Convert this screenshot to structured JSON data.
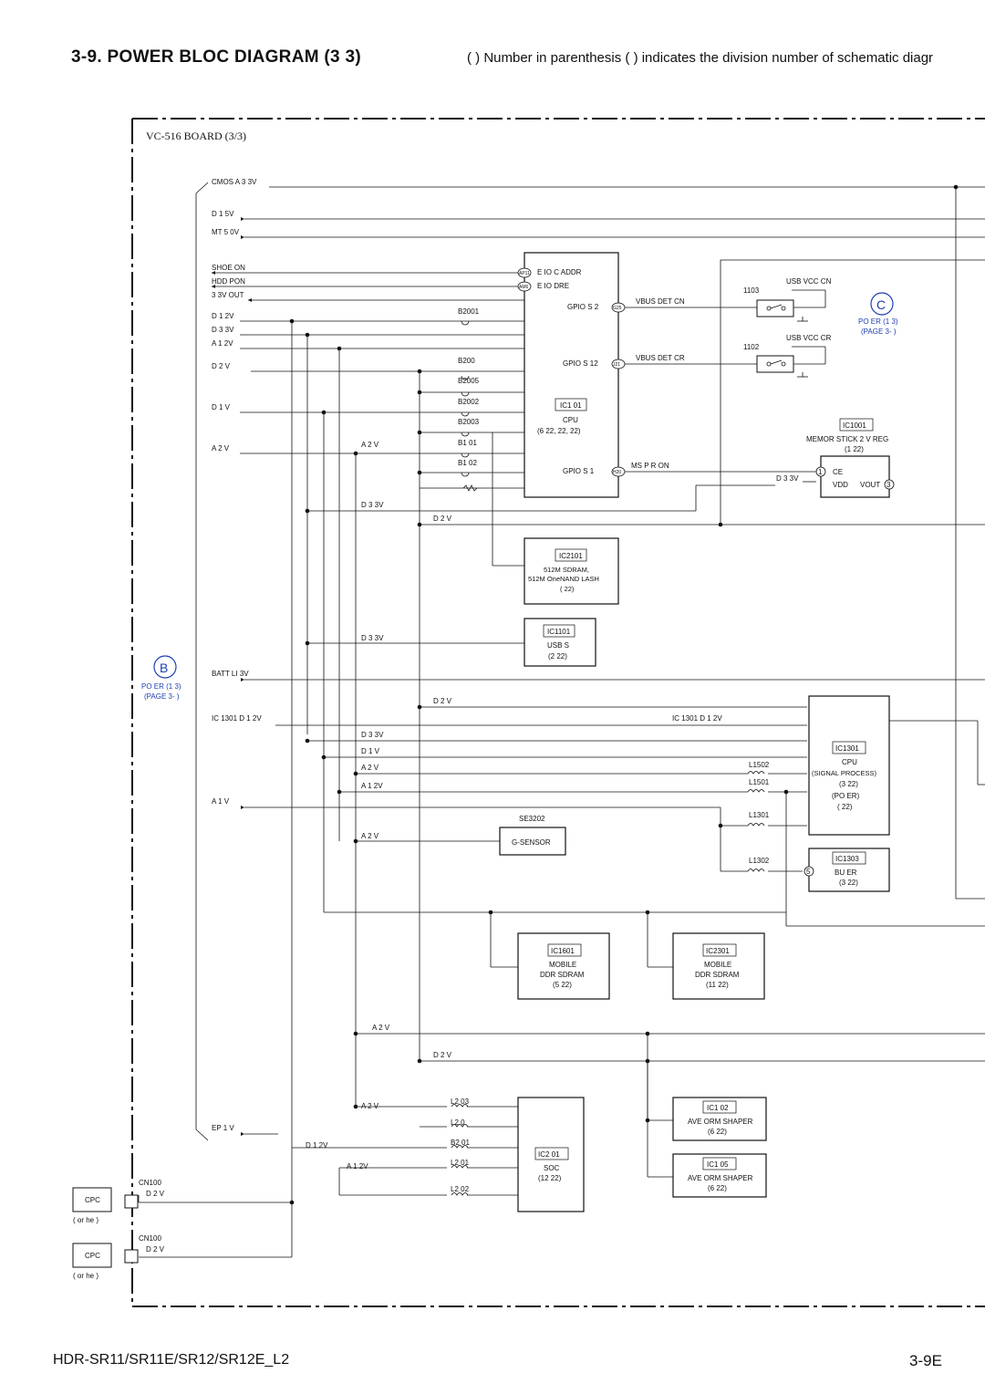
{
  "header": {
    "title": "3-9.  POWER  BLOC     DIAGRAM (3  3)",
    "note": "(  )  Number in parenthesis  (   )  indicates the division number of schematic diagr"
  },
  "board": "VC-516 BOARD (3/3)",
  "signals": {
    "cmos": "CMOS  A  3 3V",
    "d15": "D  1 5V",
    "mt50": "MT  5 0V",
    "shoe": "SHOE  ON",
    "hdd": "HDD  PON",
    "v33out": "3 3V  OUT",
    "d12": "D  1 2V",
    "d33": "D  3 3V",
    "a12": "A  1 2V",
    "d2v": "D  2   V",
    "d1v": "D  1   V",
    "a2v": "A  2   V",
    "batt": "BATT  LI  3V",
    "ic1301d12": "IC  1301  D  1 2V",
    "a1v": "A  1   V",
    "ep1v": "EP  1   V"
  },
  "inner": {
    "a2v": "A  2   V",
    "d33": "D  3 3V",
    "d2v": "D  2   V",
    "d1v": "D  1   V",
    "a12": "A  1 2V",
    "d12": "D  1 2V",
    "ic1301d12": "IC  1301  D  1 2V"
  },
  "cpu": {
    "p1": "E  IO  C     ADDR",
    "p2": "E  IO  DRE",
    "g2": "GPIO  S  2",
    "g12": "GPIO  S  12",
    "g1": "GPIO  S  1",
    "ref": "IC1  01",
    "name": "CPU",
    "sub": "(6 22,     22,     22)",
    "pin_ap": "AP11",
    "pin_am": "AM6",
    "pin_g25": "G25",
    "pin_j21": "J21",
    "pin_h20": "H20"
  },
  "beads": {
    "b2001": "B2001",
    "b200": "B200",
    "b2005": "B2005",
    "b2002": "B2002",
    "b2003": "B2003",
    "b1_01": "B1  01",
    "b1_02": "B1  02"
  },
  "vbus": {
    "cn": "VBUS  DET  CN",
    "cr": "VBUS  DET  CR",
    "ms": "MS  P   R  ON",
    "usbcn": "USB  VCC  CN",
    "usbcr": "USB  VCC  CR",
    "q1103": "1103",
    "q1102": "1102"
  },
  "ic1001": {
    "ref": "IC1001",
    "name": "MEMOR    STICK 2    V REG",
    "sub": "(1 22)",
    "ce": "CE",
    "vdd": "VDD",
    "vout": "VOUT",
    "d33": "D  3 3V",
    "p1": "1",
    "p3": "3"
  },
  "ic2101": {
    "ref": "IC2101",
    "l1": "512M SDRAM,",
    "l2": "512M OneNAND   LASH",
    "l3": "(    22)"
  },
  "ic1101": {
    "ref": "IC1101",
    "l1": "USB S",
    "l2": "(2 22)"
  },
  "ic1301": {
    "ref": "IC1301",
    "l1": "CPU",
    "l2": "(SIGNAL PROCESS)",
    "l3": "(3 22)",
    "l4": "(PO    ER)",
    "l5": "(     22)"
  },
  "coils": {
    "l1502": "L1502",
    "l1501": "L1501",
    "l1301": "L1301",
    "l1302": "L1302",
    "l2_03": "L2  03",
    "l2_0": "L2  0",
    "b2_01": "B2  01",
    "l2_01": "L2  01",
    "l2_02": "L2  02"
  },
  "ic1303": {
    "ref": "IC1303",
    "l1": "BU    ER",
    "l2": "(3 22)",
    "pin": "5"
  },
  "sensor": {
    "ref": "SE3202",
    "name": "G-SENSOR"
  },
  "ic1601": {
    "ref": "IC1601",
    "l1": "MOBILE",
    "l2": "DDR SDRAM",
    "l3": "(5 22)"
  },
  "ic2301": {
    "ref": "IC2301",
    "l1": "MOBILE",
    "l2": "DDR SDRAM",
    "l3": "(11 22)"
  },
  "ic2_01": {
    "ref": "IC2  01",
    "l1": "SOC",
    "l2": "(12 22)"
  },
  "ic1_02": {
    "ref": "IC1  02",
    "l1": "AVE   ORM SHAPER",
    "l2": "(6 22)"
  },
  "ic1_05": {
    "ref": "IC1  05",
    "l1": "AVE   ORM SHAPER",
    "l2": "(6 22)"
  },
  "connectors": {
    "cpc": "CPC",
    "cn100": "CN100",
    "d2v": "D  2   V",
    "other": "(  or  he   )"
  },
  "refs": {
    "b_letter": "B",
    "b_l1": "PO    ER (1 3)",
    "b_l2": "(PAGE 3-   )",
    "c_letter": "C",
    "c_l1": "PO    ER (1 3)",
    "c_l2": "(PAGE 3-   )"
  },
  "footer": {
    "model": "HDR-SR11/SR11E/SR12/SR12E_L2",
    "page": "3-9E"
  }
}
